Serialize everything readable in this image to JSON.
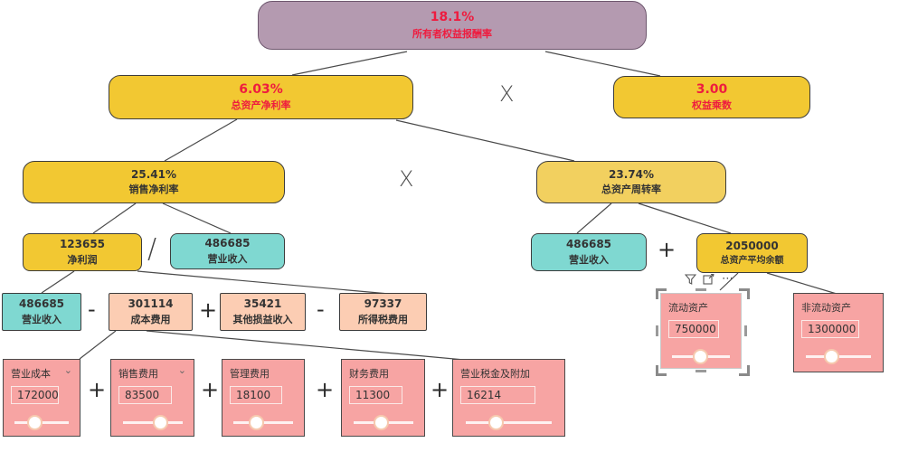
{
  "colors": {
    "root_fill": "#b49ab0",
    "gold_fill": "#f2c832",
    "gold_light_fill": "#f2d05f",
    "teal_fill": "#7fd8d1",
    "peach_fill": "#fccdb3",
    "pink_fill": "#f7a4a3",
    "red_text": "#ee1c3f",
    "dark_text": "#333333",
    "line": "#4a4a4a"
  },
  "nodes": {
    "roe": {
      "value": "18.1%",
      "label": "所有者权益报酬率"
    },
    "roa": {
      "value": "6.03%",
      "label": "总资产净利率"
    },
    "equity_multiplier": {
      "value": "3.00",
      "label": "权益乘数"
    },
    "net_profit_margin": {
      "value": "25.41%",
      "label": "销售净利率"
    },
    "total_asset_turnover": {
      "value": "23.74%",
      "label": "总资产周转率"
    },
    "net_profit": {
      "value": "123655",
      "label": "净利润"
    },
    "revenue_left": {
      "value": "486685",
      "label": "营业收入"
    },
    "revenue_right": {
      "value": "486685",
      "label": "营业收入"
    },
    "avg_total_assets": {
      "value": "2050000",
      "label": "总资产平均余额"
    },
    "revenue_detail": {
      "value": "486685",
      "label": "营业收入"
    },
    "cost_expense": {
      "value": "301114",
      "label": "成本费用"
    },
    "other_income": {
      "value": "35421",
      "label": "其他损益收入"
    },
    "income_tax": {
      "value": "97337",
      "label": "所得税费用"
    }
  },
  "operators": {
    "multiply": "X",
    "divide": "/",
    "plus": "+",
    "minus": "-"
  },
  "slicers": {
    "current_assets": {
      "title": "流动资产",
      "value": "750000"
    },
    "non_current_assets": {
      "title": "非流动资产",
      "value": "1300000"
    },
    "operating_cost": {
      "title": "营业成本",
      "value": "172000"
    },
    "selling_expense": {
      "title": "销售费用",
      "value": "83500"
    },
    "admin_expense": {
      "title": "管理费用",
      "value": "18100"
    },
    "finance_expense": {
      "title": "财务费用",
      "value": "11300"
    },
    "business_tax": {
      "title": "营业税金及附加",
      "value": "16214"
    }
  },
  "icons": {
    "chevron_down": "⌄",
    "more_options": "⋯"
  }
}
